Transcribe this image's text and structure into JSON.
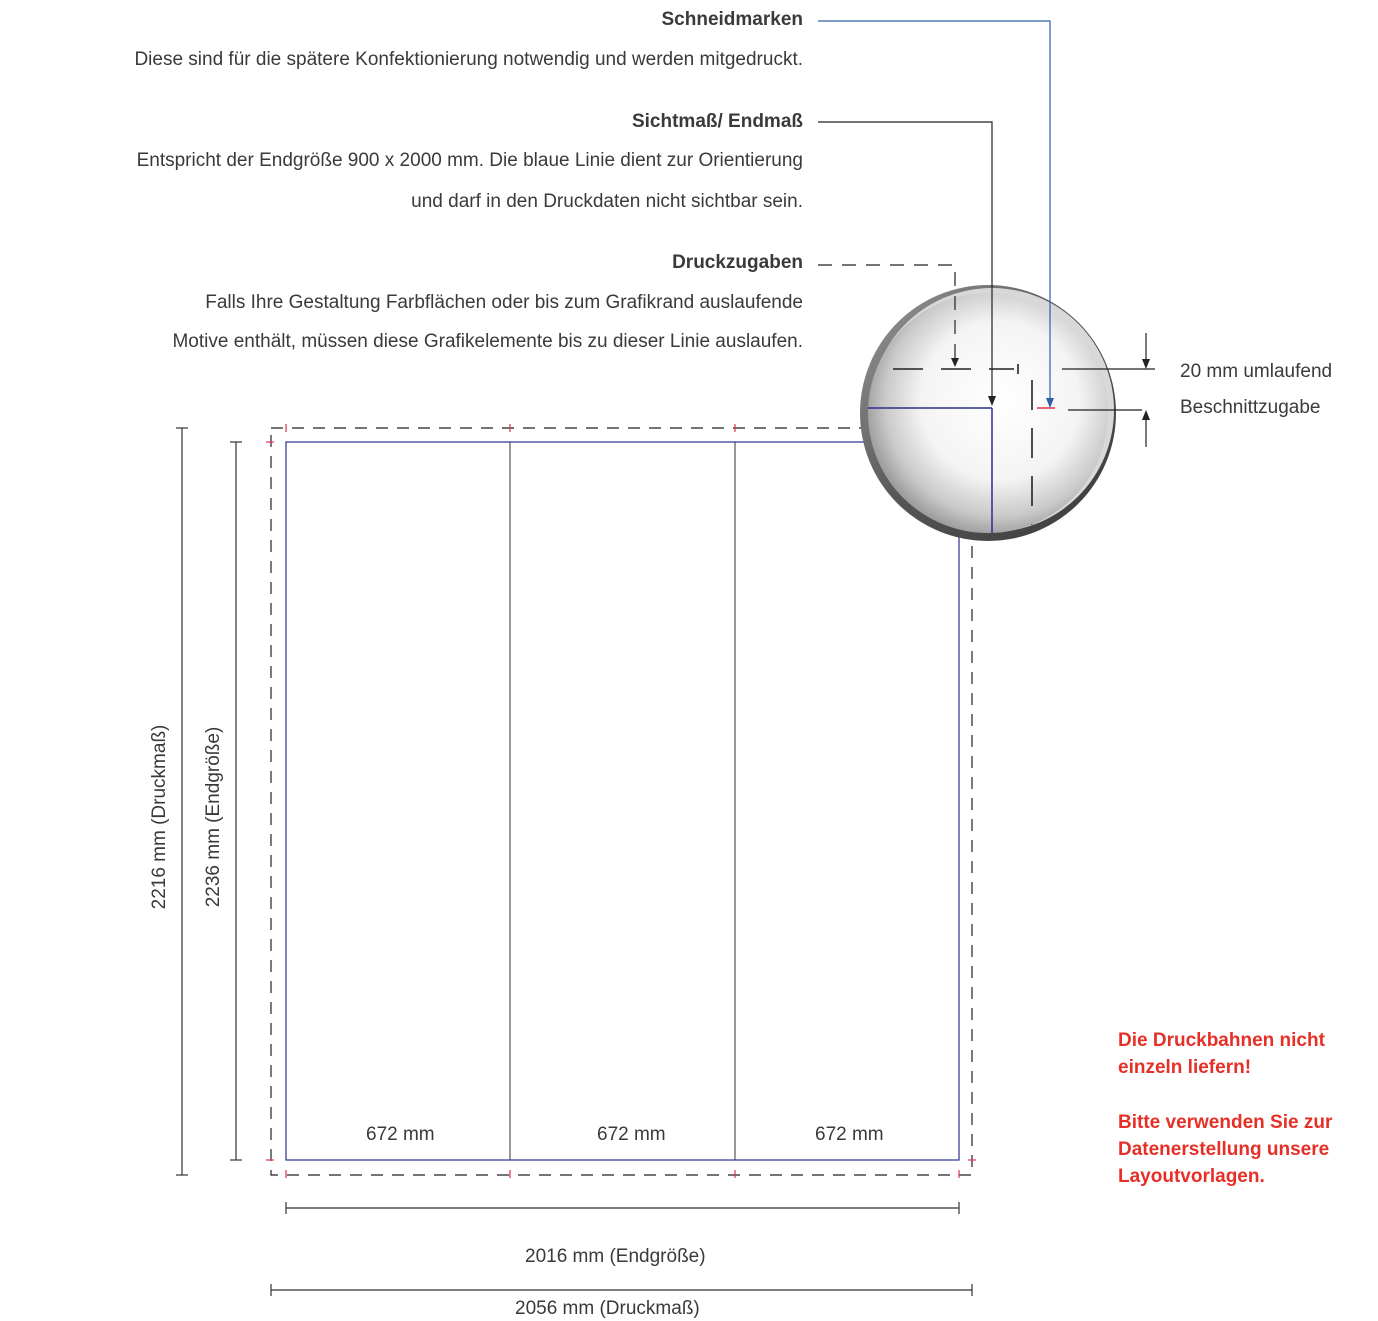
{
  "annotations": {
    "schneidmarken": {
      "title": "Schneidmarken",
      "text": "Diese sind für die spätere Konfektionierung notwendig und werden mitgedruckt."
    },
    "sichtmass": {
      "title": "Sichtmaß/ Endmaß",
      "line1": "Entspricht der Endgröße 900 x 2000 mm. Die blaue Linie dient zur Orientierung",
      "line2": "und darf in den Druckdaten nicht sichtbar sein."
    },
    "druckzugaben": {
      "title": "Druckzugaben",
      "line1": "Falls Ihre Gestaltung Farbflächen oder bis zum Grafikrand auslaufende",
      "line2": "Motive enthält, müssen diese Grafikelemente bis zu dieser Linie auslaufen."
    }
  },
  "bleed_note": {
    "line1": "20 mm umlaufend",
    "line2": "Beschnittzugabe"
  },
  "panels": [
    "672 mm",
    "672 mm",
    "672 mm"
  ],
  "dimensions": {
    "width_final": "2016 mm (Endgröße)",
    "width_print": "2056 mm (Druckmaß)",
    "height_final": "2236 mm (Endgröße)",
    "height_print": "2216 mm (Druckmaß)"
  },
  "warning": {
    "line1": "Die Druckbahnen nicht",
    "line2": "einzeln liefern!",
    "line3": "Bitte verwenden Sie zur",
    "line4": "Datenerstellung unsere",
    "line5": "Layoutvorlagen."
  },
  "colors": {
    "final_size_line": "#2b2f8f",
    "cut_marks": "#e03050",
    "leader_blue": "#2e5fa8",
    "warning_text": "#e63027"
  }
}
